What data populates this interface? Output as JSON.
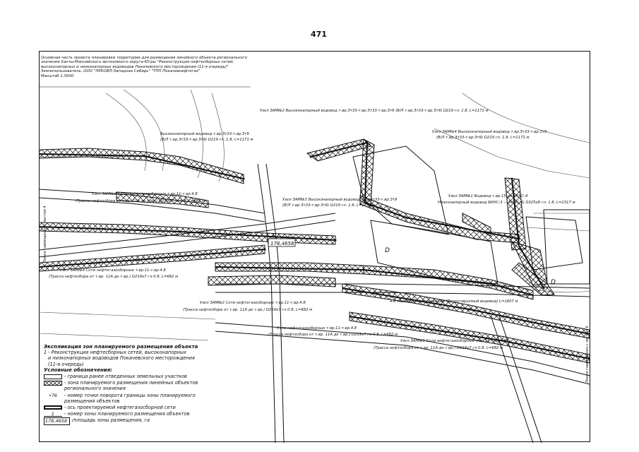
{
  "page": {
    "number": "471"
  },
  "title": {
    "lines": [
      "Основная часть проекта планировки территории для размещения линейного объекта регионального",
      "значения Ханты-Мансийского автономного округа-Югры \"Реконструкция нефтесборных сетей,",
      "высоконапорных и низконапорных водоводов Покачевского месторождения (11-я очередь)\"",
      "Землепользователь: ООО \"ЛУКОЙЛ-Западная Сибирь\" \"ТПП Покачевнефтегаз\"",
      "Масштаб 1:5000"
    ]
  },
  "map": {
    "labels": {
      "uzel2": "Узел ЗАМ№2 Высоконапорный водовод т.вр.Зт33-т.вр.Зт33-т.вр.Зт9 (В/Л т.вр.Зт33-т.вр.Зт9) D219 гл. 1.8, L=1171 м",
      "uzel4": "Узел ЗАМ№4 Высоконапорный водовод т.вр.Зт33-т.вр.Зт9",
      "uzel4b": "(В/Л т.вр.Зт33-т.вр.Зт9) D219 гл. 1.8, L=1171 м",
      "vvod1": "Высоконапорный водовод т.вр.Зт33-т.вр.Зт9",
      "vvod2": "(В/Л т.вр.Зт33-т.вр.Зт9) D219 гл. 1.8, L=1171 м",
      "uzel3a": "Узел ЗАМ№3 Сети нефтегазосборные т.вр.11-т.вр.4.8",
      "uzel3b": "(Трасса нефтесбора от т.вр. 11А до т.вр.) D219х7 гл 0.8, L=682 м",
      "uzel3c": "Узел ЗАМ№3 Высоконапорный водовод т.вр.Зт33-т.вр.Зт9",
      "uzel3d": "(В/Л т.вр.Зт33-т.вр.Зт9) D219 гл. 1.8, L=1171 м",
      "bkns1": "Узел ЗАМ№1 Водовод т.вр.15 до БКНС-4",
      "bkns2": "Низконапорный водовод БКНС-3 — БКНС-4) D325х8 гл. 1.8, L=2317 м",
      "zam4a": "Узел ЗАМ№4 Сети нефтегазосборные т.вр.11-т.вр.4.8",
      "zam4b": "(Трасса нефтесбора от т.вр. 11А до т.вр.) D219х7 гл 0.8, L=682 м",
      "zam2a": "Узел ЗАМ№2 Сети нефтегазосборные т.вр.11-т.вр.4.8",
      "zam2b": "(Трасса нефтесбора от т.вр. 11А до т.вр.) D219х7 гл 0.8, L=682 м",
      "koridor": "4-й Коридор коммуникаций (Проектируемый водовод) L=1607 м",
      "seti1": "Сети нефтегазосборные т.вр.11-т.вр.4.8",
      "seti2": "(Трасса нефтесбора от т.вр. 11А до т.вр.) D219х7 гл 0.8, L=682 м",
      "zam1a": "Узел ЗАМ№1 Сети нефтегазосборные т.вр.11-т.вр.4.8",
      "zam1b": "(Трасса нефтесбора от т.вр. 11А до т.вр.) D219х7 гл 0.8, L=682 м",
      "area": "178,4658",
      "zone1": "1",
      "zoneD1": "D",
      "zoneD2": "D",
      "side1": "Линия совмещения с листом 4",
      "side2": "Линия совмещения с листом 6"
    }
  },
  "legend": {
    "heading": "Экспликация зон планируемого размещения объекта",
    "item1_lines": [
      "1 - Реконструкция нефтесборных сетей, высоконапорных",
      "и низконапорных водоводов Покачевского месторождения",
      "(11-я очередь)"
    ],
    "symbols_heading": "Условные обозначения:",
    "symbols": [
      {
        "type": "box",
        "text": "- граница ранее отведенных земельных участков"
      },
      {
        "type": "hatch",
        "text": "- зона планируемого размещения линейных объектов регионального значения"
      },
      {
        "type": "point",
        "mark": "•76",
        "text": "- номер точки поворота границы зоны планируемого размещения объектов"
      },
      {
        "type": "axis",
        "text": "- ось проектируемой нефтегазосборной сети"
      },
      {
        "type": "zone",
        "mark": "1",
        "text": "- номер зоны планируемого размещения объектов"
      },
      {
        "type": "area",
        "mark": "178,4658",
        "text": "/площадь зоны размещения, га"
      }
    ]
  }
}
